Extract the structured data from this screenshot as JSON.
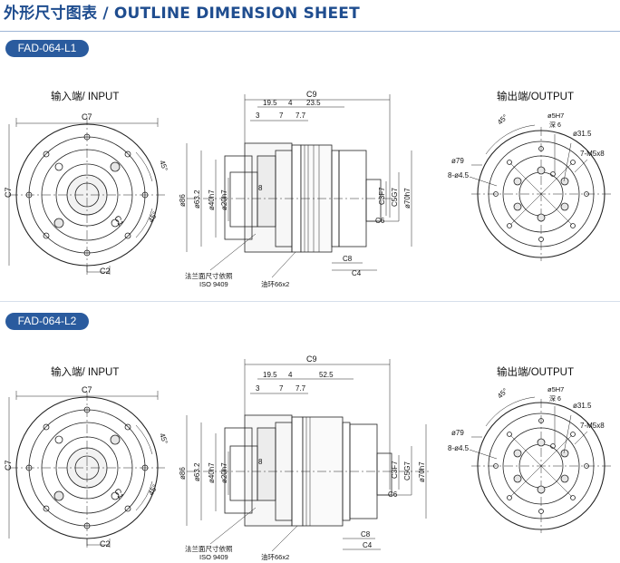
{
  "title": "外形尺寸图表 / OUTLINE DIMENSION SHEET",
  "colors": {
    "accent": "#1f4d8f",
    "badge": "#2a5b9e"
  },
  "panels": [
    {
      "model": "FAD-064-L1",
      "input_label": "输入端/ INPUT",
      "output_label": "输出端/OUTPUT",
      "input_view": {
        "c7_top": "C7",
        "c7_side": "C7",
        "c1": "C1",
        "c2": "C2",
        "angle_a": "45°",
        "angle_b": "45°"
      },
      "side_view": {
        "c9": "C9",
        "d195": "19.5",
        "d4": "4",
        "d_long": "23.5",
        "d3": "3",
        "d7a": "7",
        "d77": "7.7",
        "d8": "8",
        "phi86": "ø86",
        "phi632": "ø63.2",
        "phi40": "ø40h7",
        "phi20": "ø20h7",
        "c3": "C3F7",
        "c5": "C5G7",
        "phi70": "ø70h7",
        "c6": "C6",
        "c8": "C8",
        "c4": "C4",
        "flange_note": "法兰面尺寸依照",
        "iso": "ISO 9409",
        "oil_ring": "油环66x2"
      },
      "output_view": {
        "phi5": "ø5H7",
        "depth": "深 6",
        "phi315": "ø31.5",
        "m5": "7-M5x8",
        "phi79": "ø79",
        "holes": "8-ø4.5",
        "angle": "45°"
      }
    },
    {
      "model": "FAD-064-L2",
      "input_label": "输入端/ INPUT",
      "output_label": "输出端/OUTPUT",
      "input_view": {
        "c7_top": "C7",
        "c7_side": "C7",
        "c1": "C1",
        "c2": "C2",
        "angle_a": "45°",
        "angle_b": "45°"
      },
      "side_view": {
        "c9": "C9",
        "d195": "19.5",
        "d4": "4",
        "d_long": "52.5",
        "d3": "3",
        "d7a": "7",
        "d77": "7.7",
        "d8": "8",
        "phi86": "ø86",
        "phi632": "ø63.2",
        "phi40": "ø40h7",
        "phi20": "ø20h7",
        "c3": "C3F7",
        "c5": "C5G7",
        "phi70": "ø70h7",
        "c6": "C6",
        "c8": "C8",
        "c4": "C4",
        "flange_note": "法兰面尺寸依照",
        "iso": "ISO 9409",
        "oil_ring": "油环66x2"
      },
      "output_view": {
        "phi5": "ø5H7",
        "depth": "深 6",
        "phi315": "ø31.5",
        "m5": "7-M5x8",
        "phi79": "ø79",
        "holes": "8-ø4.5",
        "angle": "45°"
      }
    }
  ]
}
